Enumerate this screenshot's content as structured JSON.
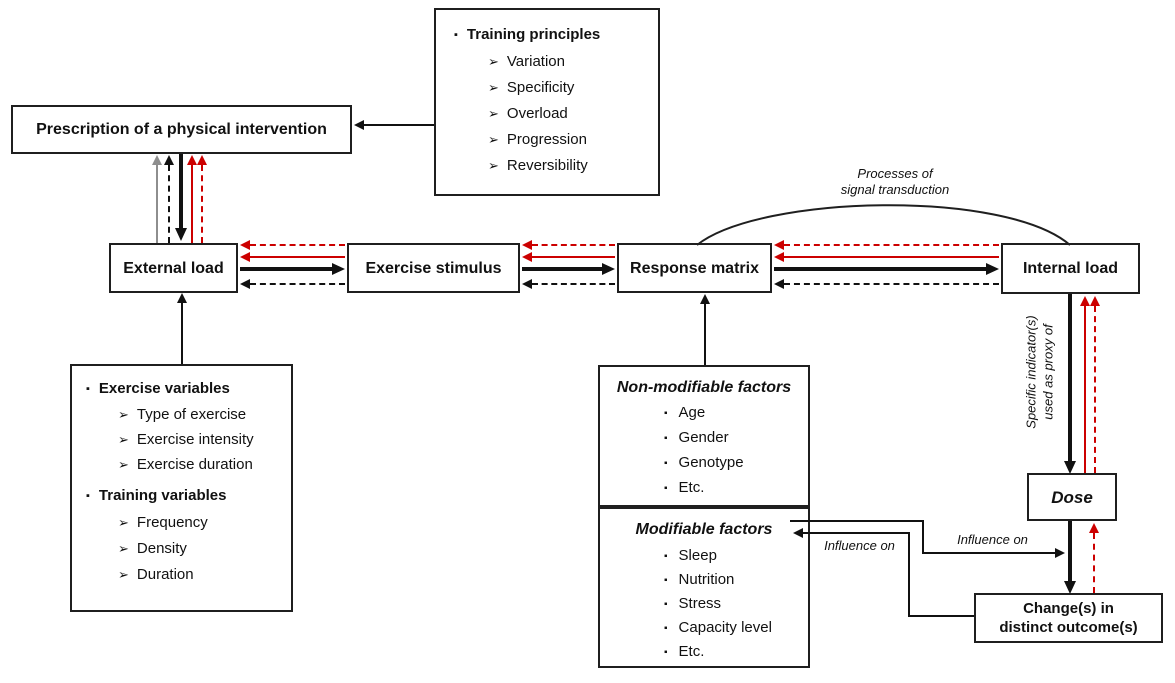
{
  "glyphs": {
    "square_bullet": "▪",
    "arrow_bullet": "➢"
  },
  "colors": {
    "red_arrow": "#cc0000",
    "black_arrow": "#111111",
    "gray_arrow": "#8e8e8e"
  },
  "boxes": {
    "prescription": {
      "label": "Prescription of a physical intervention"
    },
    "external_load": {
      "label": "External load"
    },
    "exercise_stimulus": {
      "label": "Exercise stimulus"
    },
    "response_matrix": {
      "label": "Response matrix"
    },
    "internal_load": {
      "label": "Internal load"
    },
    "dose": {
      "label": "Dose"
    },
    "changes": {
      "label_line1": "Change(s) in",
      "label_line2": "distinct outcome(s)"
    }
  },
  "training_principles": {
    "title": "Training principles",
    "items": [
      "Variation",
      "Specificity",
      "Overload",
      "Progression",
      "Reversibility"
    ]
  },
  "variables_box": {
    "sections": [
      {
        "title": "Exercise variables",
        "items": [
          "Type of exercise",
          "Exercise intensity",
          "Exercise duration"
        ]
      },
      {
        "title": "Training variables",
        "items": [
          "Frequency",
          "Density",
          "Duration"
        ]
      }
    ]
  },
  "factors": {
    "non_modifiable": {
      "title": "Non-modifiable factors",
      "items": [
        "Age",
        "Gender",
        "Genotype",
        "Etc."
      ]
    },
    "modifiable": {
      "title": "Modifiable factors",
      "items": [
        "Sleep",
        "Nutrition",
        "Stress",
        "Capacity level",
        "Etc."
      ]
    }
  },
  "annotations": {
    "processes_line1": "Processes of",
    "processes_line2": "signal transduction",
    "proxy_line1": "Specific indicator(s)",
    "proxy_line2": "used as proxy of",
    "influence_on_left": "Influence on",
    "influence_on_right": "Influence on"
  }
}
